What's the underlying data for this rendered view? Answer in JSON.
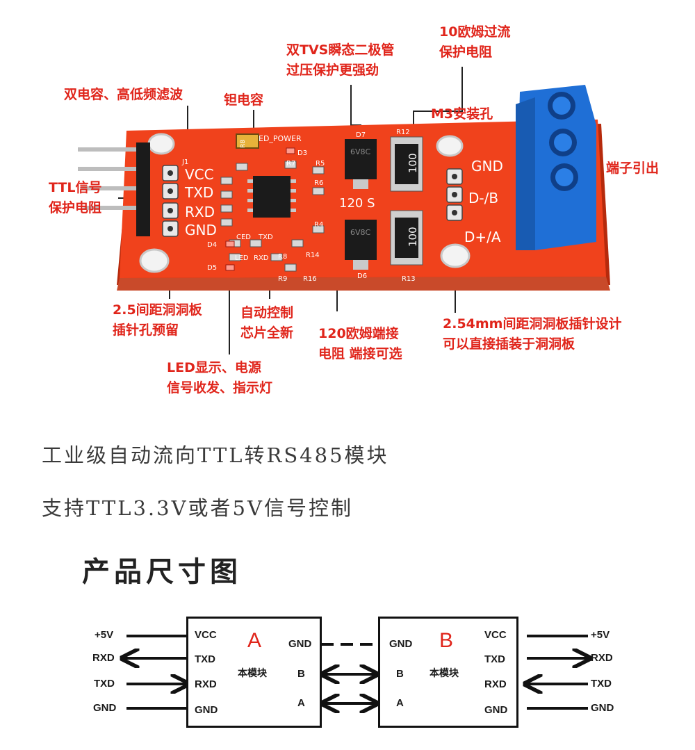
{
  "callouts": {
    "dual_cap": "双电容、高低频滤波",
    "tantalum": "钽电容",
    "tvs": [
      "双TVS瞬态二极管",
      "过压保护更强劲"
    ],
    "overcurrent": [
      "10欧姆过流",
      "保护电阻"
    ],
    "m3_hole": "M3安装孔",
    "terminal": "端子引出",
    "ttl_res": [
      "TTL信号",
      "保护电阻"
    ],
    "pitch25": [
      "2.5间距洞洞板",
      "插针孔预留"
    ],
    "chip": [
      "自动控制",
      "芯片全新"
    ],
    "term120": [
      "120欧姆端接",
      "电阻 端接可选"
    ],
    "pitch254": [
      "2.54mm间距洞洞板插针设计",
      "可以直接插装于洞洞板"
    ],
    "led": [
      "LED显示、电源",
      "信号收发、指示灯"
    ]
  },
  "board": {
    "pin_labels": [
      "VCC",
      "TXD",
      "RXD",
      "GND"
    ],
    "out_labels": [
      "GND",
      "D-/B",
      "D+/A"
    ],
    "silk": {
      "power": "ED_POWER",
      "d3": "D3",
      "j1": "J1",
      "r120": "120 S",
      "res_code": "100",
      "tvs_code": "6V8C",
      "ced": "CED",
      "txd": "TXD",
      "rxd": "RXD",
      "led": "LED",
      "d4": "D4",
      "d5": "D5",
      "d6": "D6",
      "d7": "D7",
      "r14": "R14",
      "r16": "R16",
      "r13": "R13",
      "r12": "R12",
      "r9": "R9",
      "r8": "R8",
      "r7": "R7",
      "r5": "R5",
      "r4": "R4",
      "r6": "R6",
      "r8b": "R8"
    },
    "colors": {
      "pcb": "#f0421c",
      "pcb_edge": "#c2300f",
      "terminal": "#1f6fd6",
      "pin": "#b9b9b9",
      "header": "#1b1b1b"
    }
  },
  "captions": {
    "line1": "工业级自动流向TTL转RS485模块",
    "line2": "支持TTL3.3V或者5V信号控制"
  },
  "section_title": "产品尺寸图",
  "wiring": {
    "module_a": {
      "letter": "A",
      "name": "本模块",
      "left_pins": [
        "VCC",
        "TXD",
        "RXD",
        "GND"
      ],
      "right_pins": [
        "GND",
        "B",
        "A"
      ]
    },
    "module_b": {
      "letter": "B",
      "name": "本模块",
      "left_pins": [
        "GND",
        "B",
        "A"
      ],
      "right_pins": [
        "VCC",
        "TXD",
        "RXD",
        "GND"
      ]
    },
    "left_signals": [
      "+5V",
      "RXD",
      "TXD",
      "GND"
    ],
    "right_signals": [
      "+5V",
      "RXD",
      "TXD",
      "GND"
    ]
  }
}
